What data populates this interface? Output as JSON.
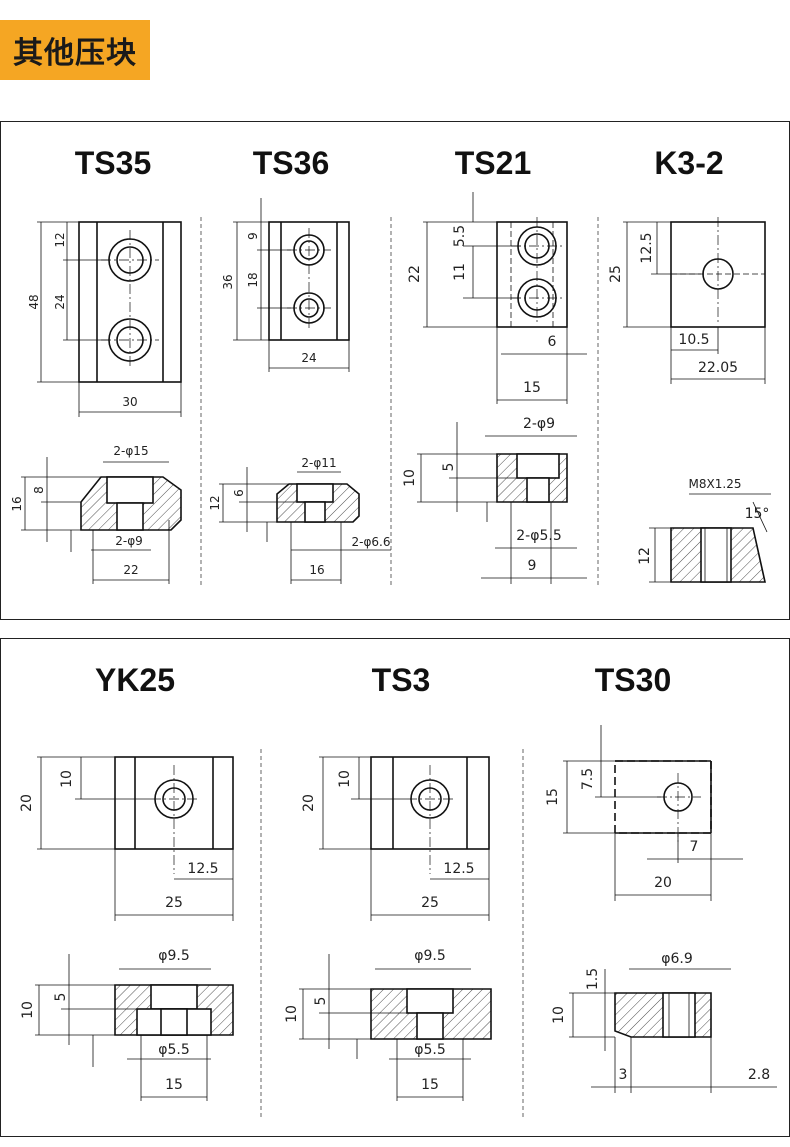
{
  "section_title": "其他压块",
  "top_panel": {
    "ts35": {
      "name": "TS35",
      "d12": "12",
      "d24": "24",
      "d48": "48",
      "d30": "30",
      "d15": "2-φ15",
      "d16": "16",
      "d8": "8",
      "d9": "2-φ9",
      "d22": "22"
    },
    "ts36": {
      "name": "TS36",
      "d9": "9",
      "d18": "18",
      "d36": "36",
      "d24": "24",
      "d11": "2-φ11",
      "d12": "12",
      "d6": "6",
      "d66": "2-φ6.6",
      "d16": "16"
    },
    "ts21": {
      "name": "TS21",
      "d55": "5.5",
      "d11": "11",
      "d22": "22",
      "d6": "6",
      "d15": "15",
      "d9": "2-φ9",
      "d10": "10",
      "d5": "5",
      "d55b": "2-φ5.5",
      "d9b": "9"
    },
    "k32": {
      "name": "K3-2",
      "d125": "12.5",
      "d25": "25",
      "d105": "10.5",
      "d2205": "22.05",
      "thread": "M8X1.25",
      "angle": "15°",
      "d12": "12"
    }
  },
  "bottom_panel": {
    "yk25": {
      "name": "YK25",
      "d10": "10",
      "d20": "20",
      "d125": "12.5",
      "d25": "25",
      "d95": "φ9.5",
      "d10b": "10",
      "d5": "5",
      "d55": "φ5.5",
      "d15": "15"
    },
    "ts3": {
      "name": "TS3",
      "d10": "10",
      "d20": "20",
      "d125": "12.5",
      "d25": "25",
      "d95": "φ9.5",
      "d10b": "10",
      "d5": "5",
      "d55": "φ5.5",
      "d15": "15"
    },
    "ts30": {
      "name": "TS30",
      "d75": "7.5",
      "d15": "15",
      "d7": "7",
      "d20": "20",
      "d69": "φ6.9",
      "d15b": "1.5",
      "d10": "10",
      "d3": "3",
      "d28": "2.8"
    }
  }
}
